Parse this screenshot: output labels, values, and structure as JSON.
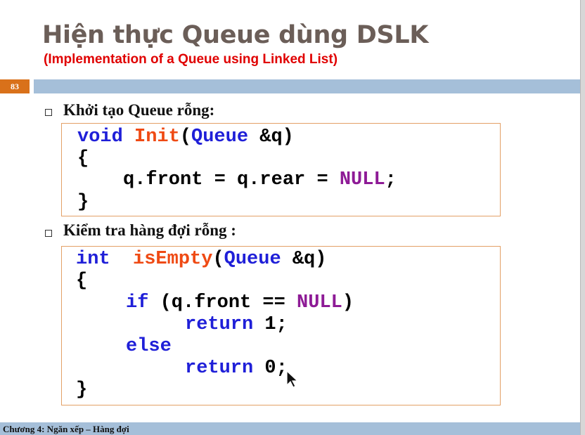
{
  "slide": {
    "title": "Hiện thực Queue dùng DSLK",
    "subtitle": "(Implementation of a Queue using Linked List)",
    "number": "83",
    "footer": "Chương 4: Ngăn xếp – Hàng đợi"
  },
  "sections": [
    {
      "heading": "Khởi tạo Queue rỗng:",
      "code": {
        "l1_kw": "void",
        "l1_fn": "Init",
        "l1_paren": "(",
        "l1_type": "Queue",
        "l1_rest": " &q)",
        "l2": "{",
        "l3_text": "q.front = q.rear = ",
        "l3_null": "NULL",
        "l3_end": ";",
        "l4": "}"
      }
    },
    {
      "heading": "Kiểm tra hàng đợi rỗng :",
      "code": {
        "l1_kw": "int",
        "l1_fn": "isEmpty",
        "l1_paren": "(",
        "l1_type": "Queue",
        "l1_rest": " &q)",
        "l2": "{",
        "l3_kw": "if",
        "l3_text": " (q.front == ",
        "l3_null": "NULL",
        "l3_end": ")",
        "l4_kw": "return",
        "l4_text": " 1;",
        "l5_kw": "else",
        "l6_kw": "return",
        "l6_text": " 0;",
        "l7": "}"
      }
    }
  ],
  "colors": {
    "keyword": "#1f1fd8",
    "function": "#ef4a14",
    "null": "#8e1b96",
    "title": "#6b5e58",
    "subtitle": "#e00000",
    "bar": "#a5bfd9",
    "number_box": "#d9711a",
    "code_border": "#e3a066"
  },
  "icons": {
    "bullet": "hollow-square-icon",
    "cursor": "mouse-pointer-icon"
  }
}
